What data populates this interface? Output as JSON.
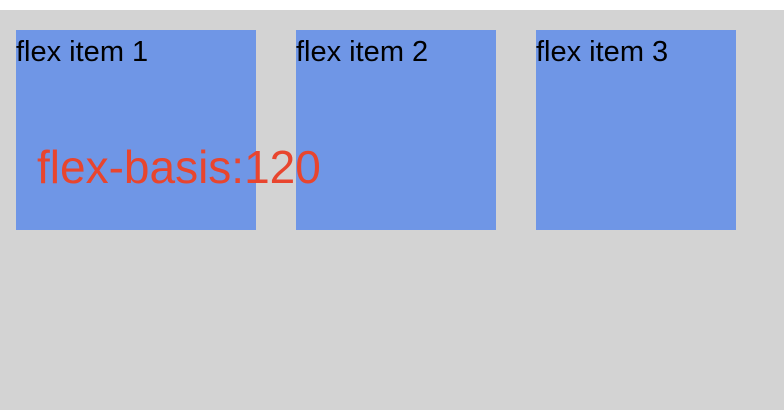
{
  "items": [
    {
      "label": "flex item 1"
    },
    {
      "label": "flex item 2"
    },
    {
      "label": "flex item 3"
    }
  ],
  "annotation": {
    "text": "flex-basis:120",
    "color": "#e8452e"
  },
  "colors": {
    "container_background": "#d3d3d3",
    "item_background": "#6f96e6",
    "item_text": "#000000"
  }
}
